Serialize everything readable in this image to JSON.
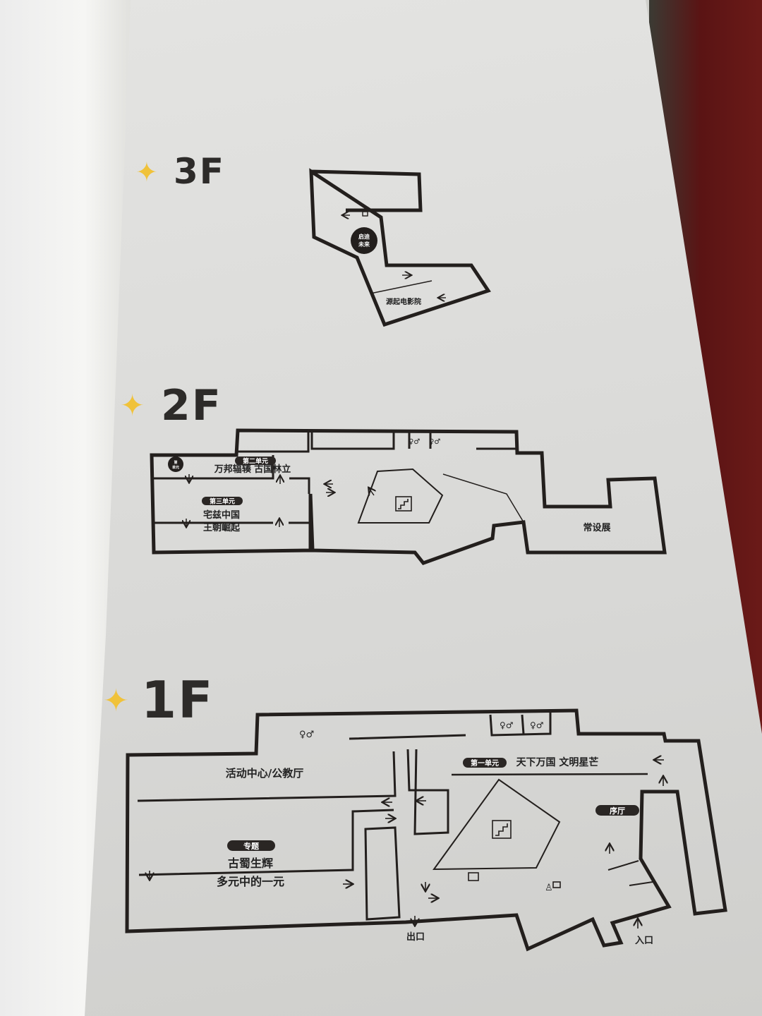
{
  "floors": {
    "f3": {
      "title": "3F",
      "rooms": {
        "qiji": [
          "启迪",
          "未来"
        ],
        "cinema": "源起电影院"
      }
    },
    "f2": {
      "title": "2F",
      "rooms": {
        "unit_badge": [
          "第",
          "单元"
        ],
        "unit2_pill": "第二单元",
        "unit2_name": "万邦辐辏 古国林立",
        "unit3_pill": "第三单元",
        "unit3_name_1": "宅兹中国",
        "unit3_name_2": "王朝崛起",
        "permanent": "常设展"
      }
    },
    "f1": {
      "title": "1F",
      "rooms": {
        "activity": "活动中心/公教厅",
        "special_pill": "专题",
        "special_name_1": "古蜀生辉",
        "special_name_2": "多元中的一元",
        "unit1_pill": "第一单元",
        "unit1_name": "天下万国 文明星芒",
        "lobby_pill": "序厅",
        "exit": "出口",
        "entrance": "入口"
      }
    }
  },
  "icons": {
    "sparkle": "sparkle-icon",
    "restroom": "restroom-icon",
    "stairs": "stairs-icon",
    "shop": "shop-icon",
    "info": "info-desk-icon",
    "arrow": "arrow-icon"
  },
  "colors": {
    "wall": "#dcdcda",
    "line": "#231f1d",
    "pill": "#2a2624",
    "sparkle": "#f0c23a"
  }
}
